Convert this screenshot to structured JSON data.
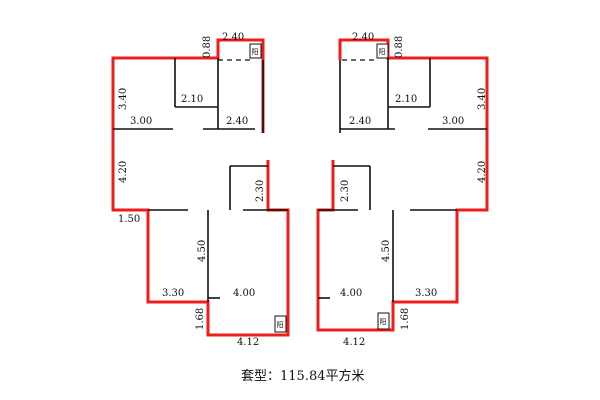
{
  "caption": "套型：115.84平方米",
  "symbol_char": "阳",
  "left_unit": {
    "dims": {
      "top_width": "2.40",
      "top_notch": "0.88",
      "left_upper": "3.40",
      "inner_small": "2.10",
      "room_width_left": "3.00",
      "room_width_right": "2.40",
      "left_middle": "4.20",
      "corridor_height": "2.30",
      "step": "1.50",
      "kitchen_height": "4.50",
      "bottom_left_width": "3.30",
      "bottom_right_width": "4.00",
      "bottom_step": "1.68",
      "bottom_total": "4.12"
    }
  },
  "right_unit": {
    "dims": {
      "top_width": "2.40",
      "top_notch": "0.88",
      "right_upper": "3.40",
      "inner_small": "2.10",
      "room_width_left": "2.40",
      "room_width_right": "3.00",
      "right_middle": "4.20",
      "corridor_height": "2.30",
      "kitchen_height": "4.50",
      "bottom_left_width": "4.00",
      "bottom_right_width": "3.30",
      "bottom_step": "1.68",
      "bottom_total": "4.12"
    }
  },
  "colors": {
    "outline": "#ee1c1c",
    "walls": "#111111"
  }
}
